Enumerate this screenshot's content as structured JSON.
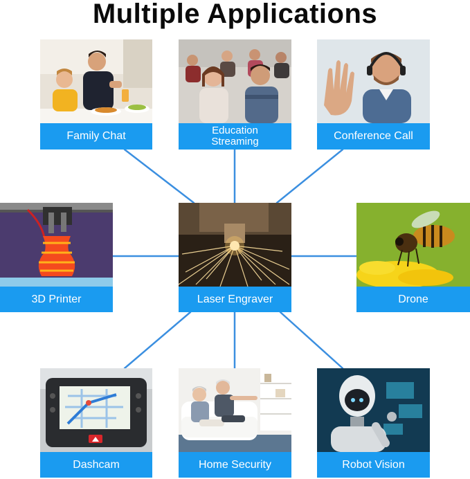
{
  "title": "Multiple Applications",
  "colors": {
    "label_bg": "#1a9bf0",
    "connector": "#3b8fe0",
    "label_text": "#ffffff"
  },
  "center": {
    "label": "Laser Engraver",
    "icon": "laser-sparks-photo"
  },
  "applications": [
    {
      "label": "Family Chat",
      "icon": "family-dinner-photo"
    },
    {
      "label_line1": "Education",
      "label_line2": "Streaming",
      "icon": "classroom-photo"
    },
    {
      "label": "Conference Call",
      "icon": "headset-man-photo"
    },
    {
      "label": "3D Printer",
      "icon": "printed-vase-photo"
    },
    {
      "label": "Drone",
      "icon": "bee-flower-photo"
    },
    {
      "label": "Dashcam",
      "icon": "car-dashboard-photo"
    },
    {
      "label": "Home Security",
      "icon": "elderly-couple-photo"
    },
    {
      "label": "Robot Vision",
      "icon": "robot-photo"
    }
  ]
}
